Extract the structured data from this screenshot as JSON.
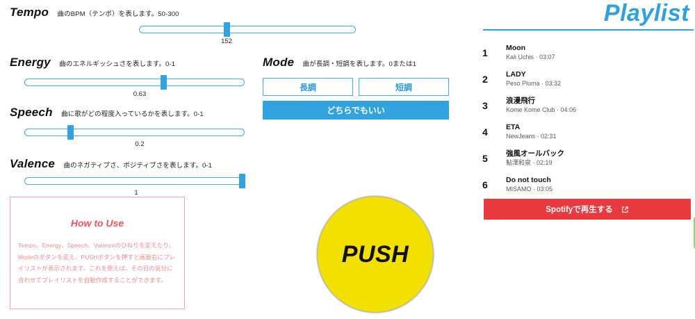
{
  "params": [
    {
      "name": "Tempo",
      "desc": "曲のBPM（テンポ）を表します。50-300",
      "value": "152",
      "min": 50,
      "max": 300,
      "current": 152
    },
    {
      "name": "Energy",
      "desc": "曲のエネルギッシュさを表します。0-1",
      "value": "0.63",
      "min": 0,
      "max": 1,
      "current": 0.63
    },
    {
      "name": "Speech",
      "desc": "曲に歌がどの程度入っているかを表します。0-1",
      "value": "0.2",
      "min": 0,
      "max": 1,
      "current": 0.2
    },
    {
      "name": "Valence",
      "desc": "曲のネガティブさ、ポジティブさを表します。0-1",
      "value": "1",
      "min": 0,
      "max": 1,
      "current": 1
    }
  ],
  "mode": {
    "name": "Mode",
    "desc": "曲が長調・短調を表します。0または1",
    "major_label": "長調",
    "minor_label": "短調",
    "either_label": "どちらでもいい",
    "selected": "either"
  },
  "howto": {
    "title": "How to Use",
    "body": "Tempo、Energy、Speech、Valenceのひねりを変えたり、Modeのボタンを変え、PUSHボタンを押すと画面右にプレイリストが表示されます。これを使えば、その日の気分に合わせてプレイリストを自動作成することができます。"
  },
  "push": {
    "label": "PUSH"
  },
  "playlist": {
    "title": "Playlist",
    "tracks": [
      {
        "index": "1",
        "title": "Moon",
        "sub": "Kali Uchis · 03:07"
      },
      {
        "index": "2",
        "title": "LADY",
        "sub": "Peso Pluma · 03:32"
      },
      {
        "index": "3",
        "title": "浪漫飛行",
        "sub": "Kome Kome Club · 04:06"
      },
      {
        "index": "4",
        "title": "ETA",
        "sub": "NewJeans · 02:31"
      },
      {
        "index": "5",
        "title": "強風オールバック",
        "sub": "鮎澤和泉 · 02:19"
      },
      {
        "index": "6",
        "title": "Do not touch",
        "sub": "MISAMO · 03:05"
      }
    ],
    "spotify_label": "Spotifyで再生する",
    "spotify_icon": "external-link-icon"
  },
  "colors": {
    "accent_blue": "#33a3e0",
    "title_blue": "#2fa1e0",
    "spotify_red": "#e8393f",
    "howto_pink": "#f08b92",
    "howto_title_red": "#ec5560",
    "push_yellow": "#f2e000",
    "edge_green": "#9fcf7f"
  }
}
